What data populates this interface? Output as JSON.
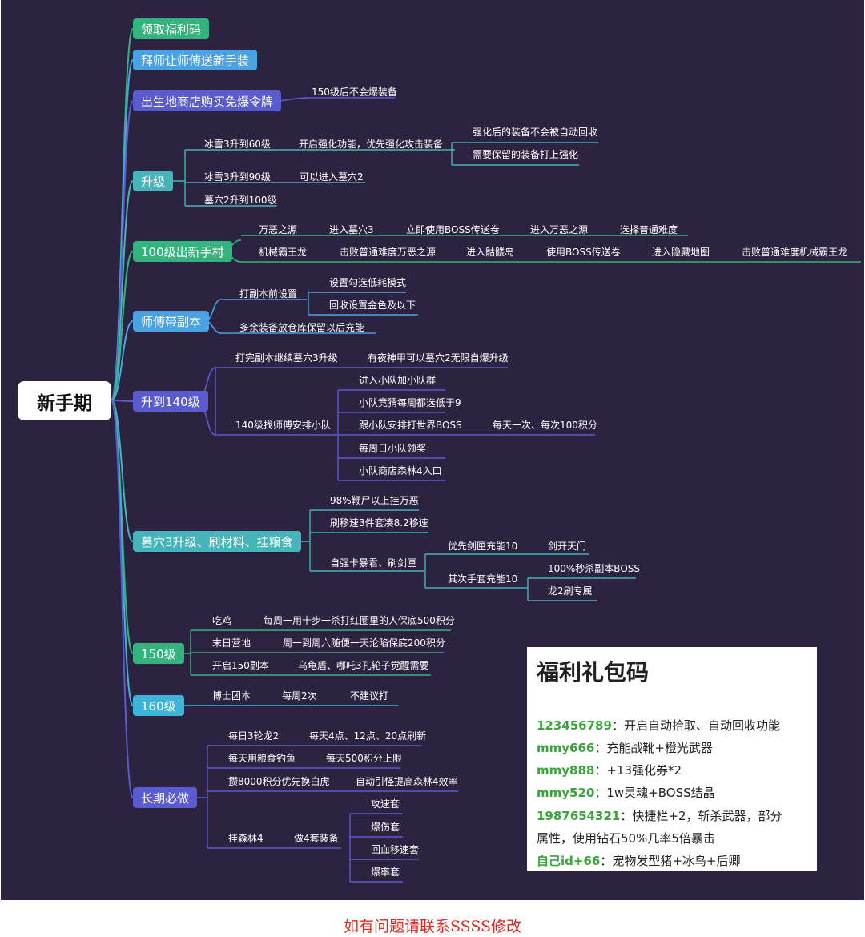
{
  "root": "新手期",
  "branches": {
    "b1": "领取福利码",
    "b2": "拜师让师傅送新手装",
    "b3": "出生地商店购买免爆令牌",
    "b4": "升级",
    "b5": "100级出新手村",
    "b6": "师傅带副本",
    "b7": "升到140级",
    "b8": "墓穴3升级、刷材料、挂粮食",
    "b9": "150级",
    "b10": "160级",
    "b11": "长期必做"
  },
  "b3": {
    "note": "150级后不会爆装备"
  },
  "b4": {
    "r1": "冰雪3升到60级",
    "r1a": "开启强化功能，优先强化攻击装备",
    "r1b1": "强化后的装备不会被自动回收",
    "r1b2": "需要保留的装备打上强化",
    "r2": "冰雪3升到90级",
    "r2a": "可以进入墓穴2",
    "r3": "墓穴2升到100级"
  },
  "b5": {
    "top": [
      "万恶之源",
      "进入墓穴3",
      "立即使用BOSS传送卷",
      "进入万恶之源",
      "选择普通难度"
    ],
    "bottom": [
      "机械霸王龙",
      "击败普通难度万恶之源",
      "进入骷髅岛",
      "使用BOSS传送卷",
      "进入隐藏地图",
      "击败普通难度机械霸王龙"
    ]
  },
  "b6": {
    "r1": "打副本前设置",
    "r1a": "设置勾选低耗模式",
    "r1b": "回收设置金色及以下",
    "r2": "多余装备放仓库保留以后充能"
  },
  "b7": {
    "r1": "打完副本继续墓穴3升级",
    "r1a": "有夜神甲可以墓穴2无限自爆升级",
    "r2": "140级找师傅安排小队",
    "s1": "进入小队加小队群",
    "s2": "小队竞猜每周都选低于9",
    "s3": "跟小队安排打世界BOSS",
    "s3a": "每天一次、每次100积分",
    "s4": "每周日小队领奖",
    "s5": "小队商店森林4入口"
  },
  "b8": {
    "r1": "98%鞭尸以上挂万恶",
    "r2": "刷移速3件套凑8.2移速",
    "r3": "自强卡暴君、刷剑匣",
    "a1": "优先剑匣充能10",
    "a1x": "剑开天门",
    "a2": "其次手套充能10",
    "a2x": "100%秒杀副本BOSS",
    "a2y": "龙2刷专属"
  },
  "b9": {
    "r1": "吃鸡",
    "r1a": "每周一用十步一杀打红圈里的人保底500积分",
    "r2": "末日营地",
    "r2a": "周一到周六随便一天沦陷保底200积分",
    "r3": "开启150副本",
    "r3a": "乌龟盾、哪吒3孔轮子觉醒需要"
  },
  "b10": {
    "r1": "博士团本",
    "r1a": "每周2次",
    "r1b": "不建议打"
  },
  "b11": {
    "r1": "每日3轮龙2",
    "r1a": "每天4点、12点、20点刷新",
    "r2": "每天用粮食钓鱼",
    "r2a": "每天500积分上限",
    "r3": "攒8000积分优先换白虎",
    "r3a": "自动引怪提高森林4效率",
    "r4": "挂森林4",
    "r4a": "做4套装备",
    "s1": "攻速套",
    "s2": "爆伤套",
    "s3": "回血移速套",
    "s4": "爆率套"
  },
  "gift": {
    "title": "福利礼包码",
    "rows": [
      {
        "code": "123456789",
        "text": "：开启自动拾取、自动回收功能"
      },
      {
        "code": "mmy666",
        "text": "：充能战靴+橙光武器"
      },
      {
        "code": "mmy888",
        "text": "：+13强化券*2"
      },
      {
        "code": "mmy520",
        "text": "：1w灵魂+BOSS结晶"
      },
      {
        "code": "1987654321",
        "text": "：快捷栏+2，斩杀武器，部分"
      },
      {
        "code": "",
        "text": "属性，使用钻石50%几率5倍暴击"
      },
      {
        "code": "自己id+66",
        "text": "：宠物发型猪+冰鸟+后卿"
      }
    ]
  },
  "footer": "如有问题请联系SSSS修改",
  "colors": {
    "background": "#2c2340",
    "green": "#35b37e",
    "blue": "#4aa2e3",
    "indigo": "#5b5bd0",
    "teal": "#46b4b8",
    "cyan": "#3db4d8",
    "footer": "#e0281e",
    "code": "#3aa53a"
  }
}
